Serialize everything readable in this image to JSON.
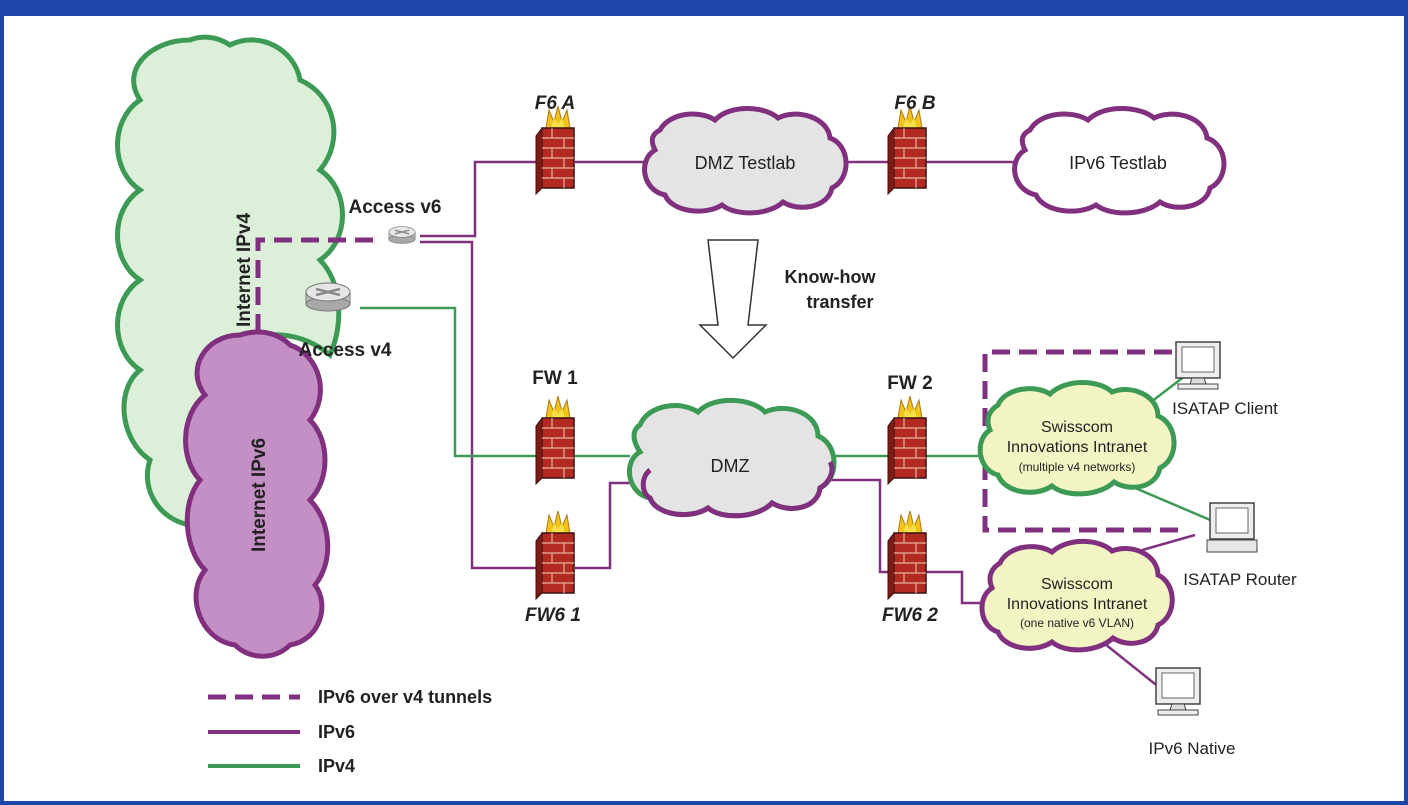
{
  "colors": {
    "frame": "#1d47a8",
    "ipv6": "#80307e",
    "ipv4": "#3c9a55",
    "cloud_v4_fill": "#dcefd9",
    "cloud_v6_fill": "#c48fc5",
    "dmz_fill": "#e4e4e4",
    "intranet_fill": "#f3f4c4",
    "testlab_fill": "#ffffff"
  },
  "clouds": {
    "internet_v4": "Internet IPv4",
    "internet_v6": "Internet IPv6",
    "dmz_testlab": "DMZ Testlab",
    "ipv6_testlab": "IPv6 Testlab",
    "dmz": "DMZ",
    "intranet_v4": {
      "line1": "Swisscom",
      "line2": "Innovations Intranet",
      "line3": "(multiple v4 networks)"
    },
    "intranet_v6": {
      "line1": "Swisscom",
      "line2": "Innovations Intranet",
      "line3": "(one native v6 VLAN)"
    }
  },
  "devices": {
    "access_v6": "Access v6",
    "access_v4": "Access v4",
    "f6a": "F6 A",
    "f6b": "F6 B",
    "fw1": "FW 1",
    "fw2": "FW 2",
    "fw61": "FW6 1",
    "fw62": "FW6 2",
    "isatap_client": "ISATAP Client",
    "isatap_router": "ISATAP Router",
    "ipv6_native": "IPv6 Native"
  },
  "knowhow": {
    "line1": "Know-how",
    "line2": "transfer"
  },
  "legend": {
    "tunnel": "IPv6 over v4 tunnels",
    "ipv6": "IPv6",
    "ipv4": "IPv4"
  }
}
